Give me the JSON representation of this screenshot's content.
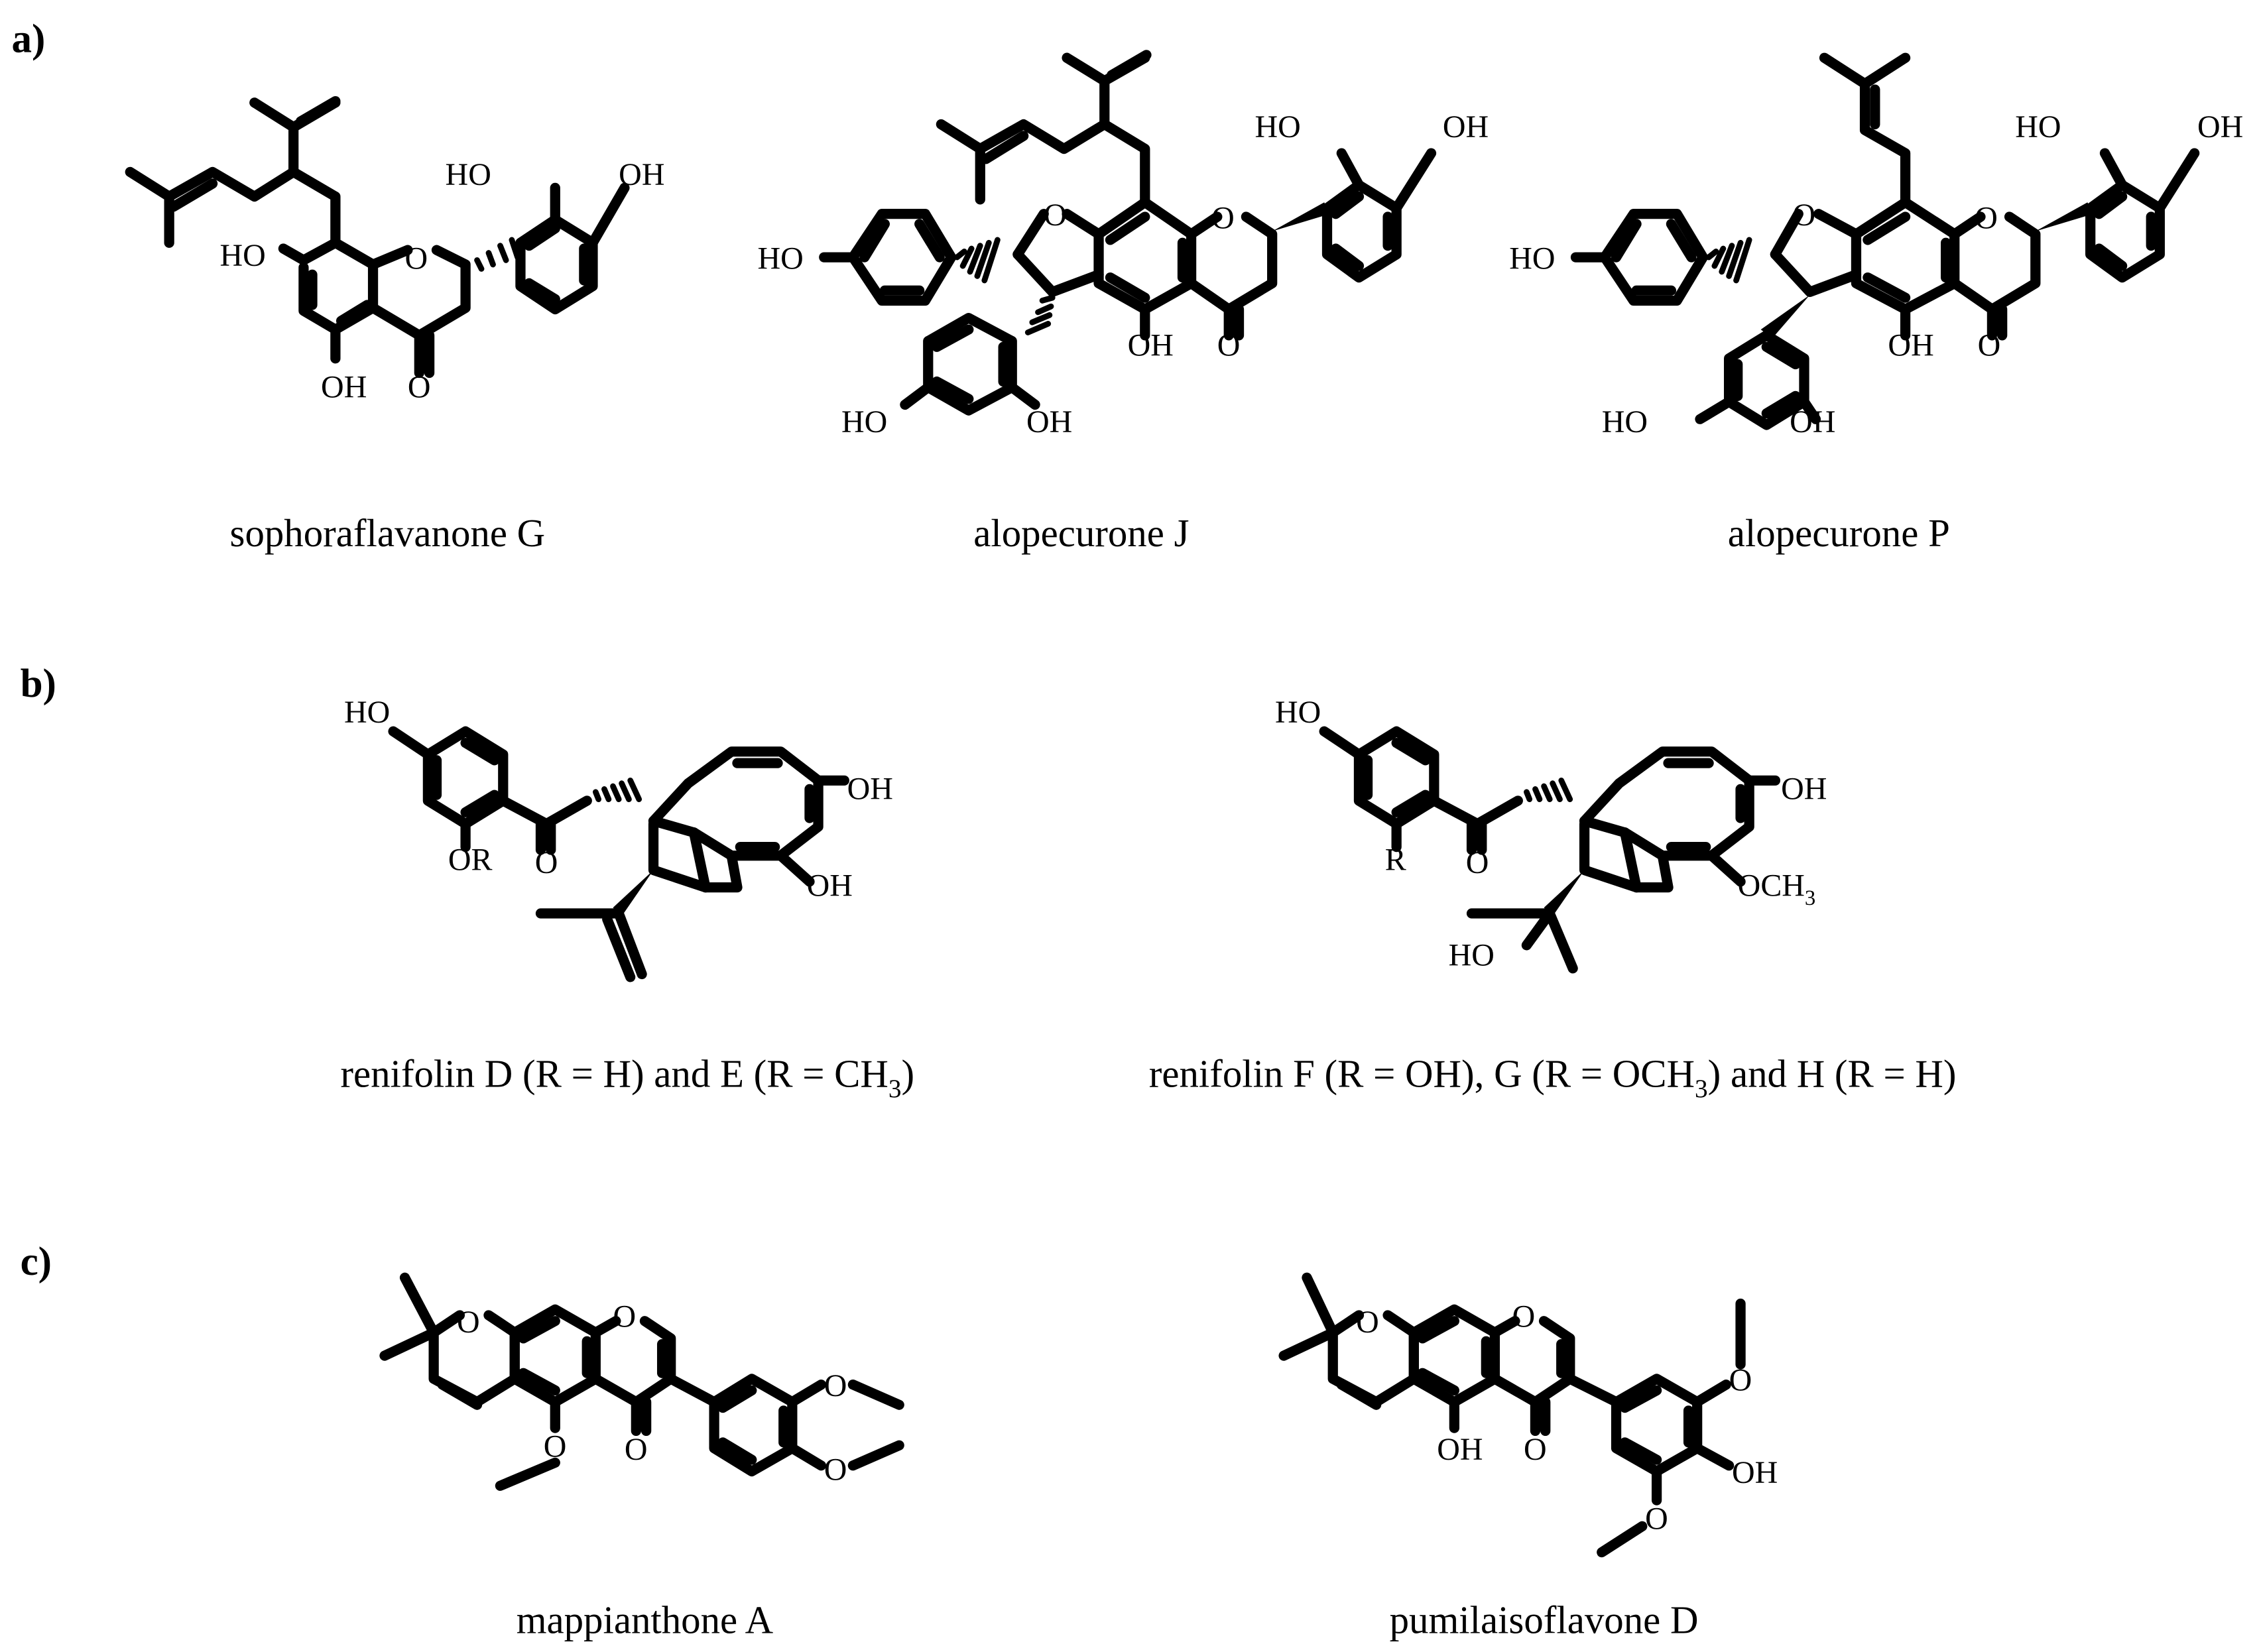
{
  "panels": [
    {
      "label": "a)",
      "compounds": [
        {
          "name": "sophoraflavanone G",
          "atoms": {
            "oh_left": "HO",
            "ring_o": "O",
            "oh_bottom": "OH",
            "ketone_o": "O",
            "oh_b2": "HO",
            "oh_b4": "OH"
          }
        },
        {
          "name": "alopecurone J",
          "atoms": {
            "ho_phenol": "HO",
            "furan_o": "O",
            "pyran_o": "O",
            "oh_c5": "OH",
            "ketone_o": "O",
            "oh_b2": "HO",
            "oh_b4": "OH",
            "ho_res_left": "HO",
            "oh_res_right": "OH"
          }
        },
        {
          "name": "alopecurone P",
          "atoms": {
            "ho_phenol": "HO",
            "furan_o": "O",
            "pyran_o": "O",
            "oh_c5": "OH",
            "ketone_o": "O",
            "oh_b2": "HO",
            "oh_b4": "OH",
            "ho_res_left": "HO",
            "oh_res_right": "OH"
          }
        }
      ]
    },
    {
      "label": "b)",
      "compounds": [
        {
          "name_main": "renifolin D (R = H) and E (R = CH",
          "name_sub": "3",
          "name_end": ")",
          "atoms": {
            "ho_top": "HO",
            "or": "OR",
            "ketone_o": "O",
            "oh_top": "OH",
            "oh_bottom": "OH"
          }
        },
        {
          "name_main": "renifolin F (R = OH), G (R = OCH",
          "name_sub": "3",
          "name_end": ") and H (R = H)",
          "atoms": {
            "ho_top": "HO",
            "r": "R",
            "ketone_o": "O",
            "oh_top": "OH",
            "och3": "OCH",
            "och3_sub": "3",
            "ho_bottom": "HO"
          }
        }
      ]
    },
    {
      "label": "c)",
      "compounds": [
        {
          "name": "mappianthone A",
          "atoms": {
            "pyran_o1": "O",
            "pyran_o2": "O",
            "ome_o": "O",
            "ketone_o": "O",
            "ome3_o": "O",
            "ome4_o": "O"
          }
        },
        {
          "name": "pumilaisoflavone D",
          "atoms": {
            "pyran_o1": "O",
            "pyran_o2": "O",
            "oh_c5": "OH",
            "ketone_o": "O",
            "ome_top": "O",
            "oh_para": "OH",
            "ome_bottom": "O"
          }
        }
      ]
    }
  ]
}
